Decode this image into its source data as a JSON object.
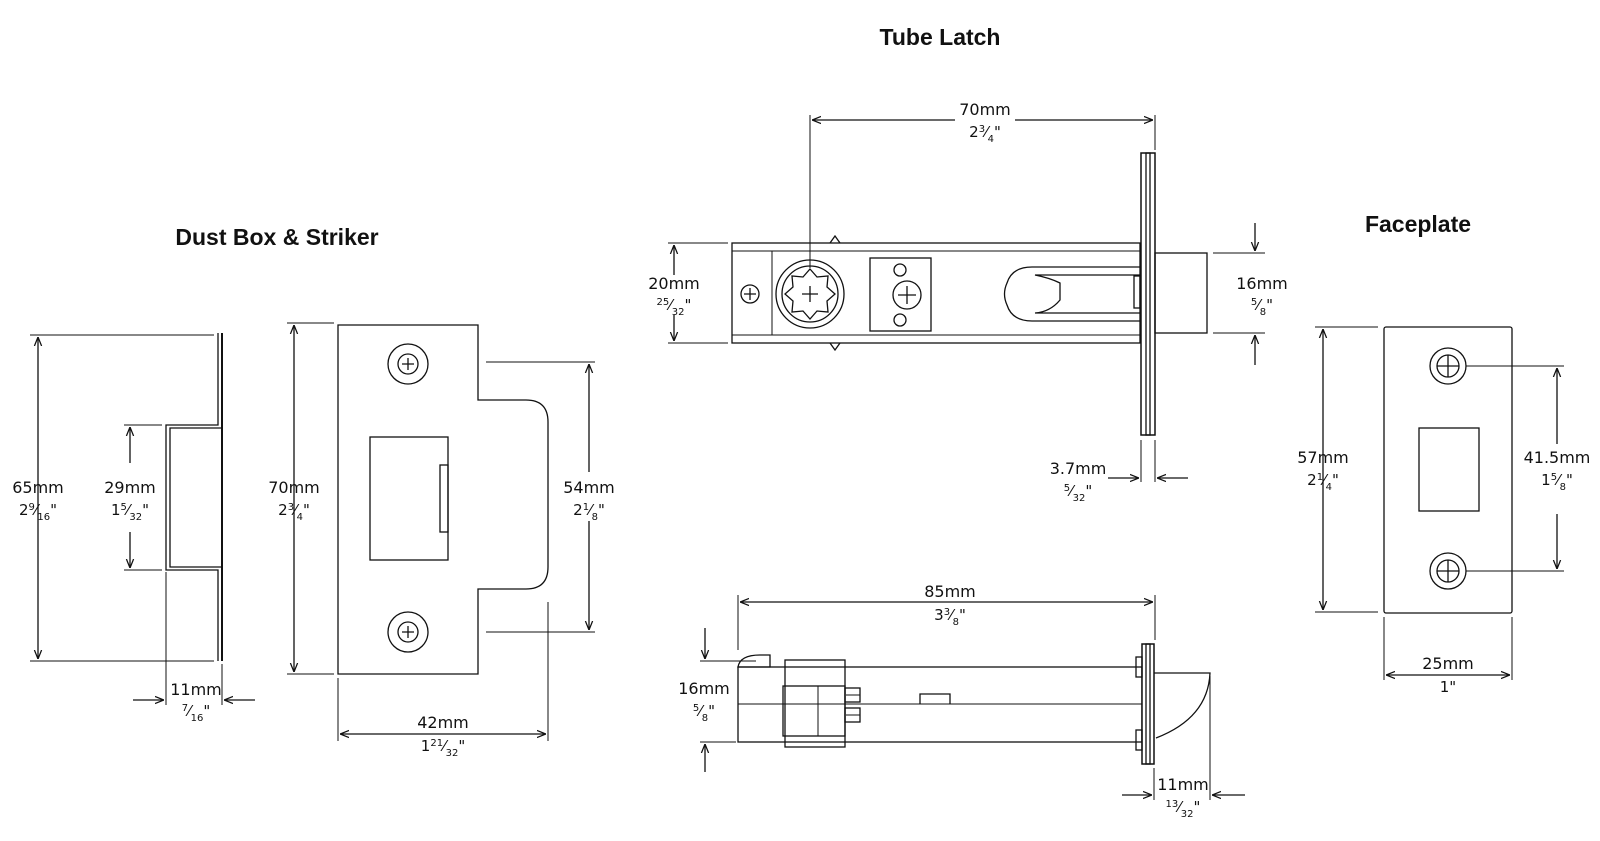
{
  "titles": {
    "dust_box": "Dust Box & Striker",
    "tube_latch": "Tube Latch",
    "faceplate": "Faceplate"
  },
  "dims": {
    "db_height_mm": "65mm",
    "db_box_mm": "29mm",
    "db_depth_mm": "11mm",
    "st_height_mm": "70mm",
    "st_lip_mm": "54mm",
    "st_width_mm": "42mm",
    "tl_backset_mm": "70mm",
    "tl_tube_mm": "20mm",
    "tl_bolt_mm": "16mm",
    "tl_plate_mm": "3.7mm",
    "tl_length_mm": "85mm",
    "tl_side_mm": "16mm",
    "tl_proj_mm": "11mm",
    "fp_height_mm": "57mm",
    "fp_centres_mm": "41.5mm",
    "fp_width_mm": "25mm"
  },
  "fractions": {
    "db_height": {
      "whole": "2",
      "num": "9",
      "den": "16"
    },
    "db_box": {
      "whole": "1",
      "num": "5",
      "den": "32"
    },
    "db_depth": {
      "whole": "",
      "num": "7",
      "den": "16"
    },
    "st_height": {
      "whole": "2",
      "num": "3",
      "den": "4"
    },
    "st_lip": {
      "whole": "2",
      "num": "1",
      "den": "8"
    },
    "st_width": {
      "whole": "1",
      "num": "21",
      "den": "32"
    },
    "tl_backset": {
      "whole": "2",
      "num": "3",
      "den": "4"
    },
    "tl_tube": {
      "whole": "",
      "num": "25",
      "den": "32"
    },
    "tl_bolt": {
      "whole": "",
      "num": "5",
      "den": "8"
    },
    "tl_plate": {
      "whole": "",
      "num": "5",
      "den": "32"
    },
    "tl_length": {
      "whole": "3",
      "num": "3",
      "den": "8"
    },
    "tl_side": {
      "whole": "",
      "num": "5",
      "den": "8"
    },
    "tl_proj": {
      "whole": "",
      "num": "13",
      "den": "32"
    },
    "fp_height": {
      "whole": "2",
      "num": "1",
      "den": "4"
    },
    "fp_centres": {
      "whole": "1",
      "num": "5",
      "den": "8"
    }
  },
  "fp_width_in": "1\""
}
